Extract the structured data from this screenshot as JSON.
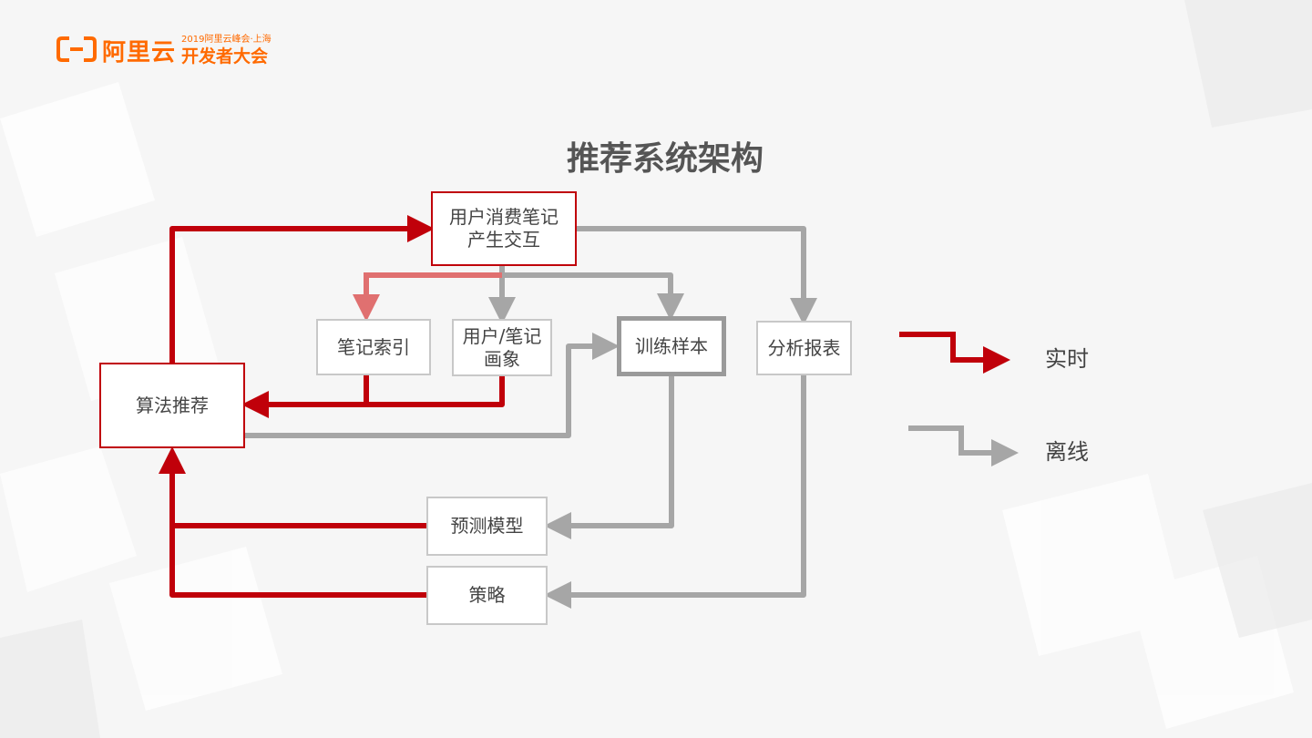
{
  "logo": {
    "name": "阿里云",
    "event_line": "2019阿里云峰会·上海",
    "event_title": "开发者大会",
    "brand_color": "#ff6a00"
  },
  "title": "推荐系统架构",
  "colors": {
    "realtime": "#c0000a",
    "realtime_light": "#e07070",
    "offline": "#a6a6a6"
  },
  "nodes": {
    "user_interaction": "用户消费笔记\n产生交互",
    "note_index": "笔记索引",
    "user_note_profile": "用户/笔记\n画象",
    "training_samples": "训练样本",
    "analysis_report": "分析报表",
    "algorithm_recommend": "算法推荐",
    "prediction_model": "预测模型",
    "strategy": "策略"
  },
  "legend": {
    "realtime": "实时",
    "offline": "离线"
  }
}
